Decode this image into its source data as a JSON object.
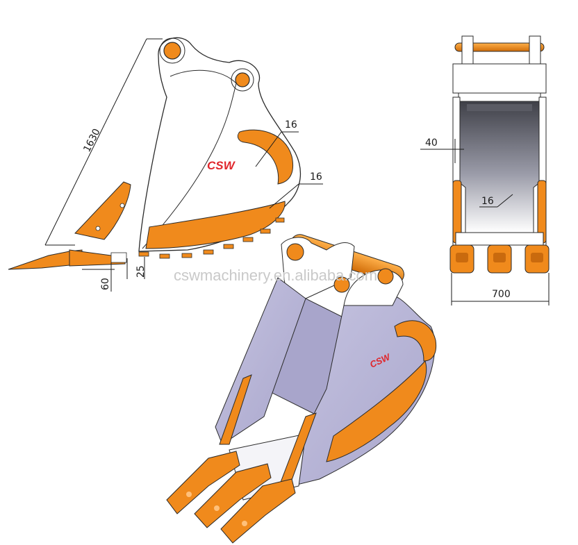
{
  "brand": {
    "logo_text": "CSW",
    "logo_color": "#e0262b",
    "watermark": "cswmachinery.en.alibaba.com"
  },
  "colors": {
    "wear_parts": "#f08a1c",
    "body_side": "#b9b6d6",
    "body_face": "#f3f3f8",
    "outline": "#2a2a2a"
  },
  "dimensions": {
    "side_view": {
      "height": "1630",
      "side_plate_wear_upper": "16",
      "side_plate_wear_lower": "16",
      "lip_thickness": "25",
      "tooth_drop": "60"
    },
    "front_view": {
      "side_cutter_thickness": "40",
      "plate_thickness": "16",
      "width": "700"
    }
  }
}
